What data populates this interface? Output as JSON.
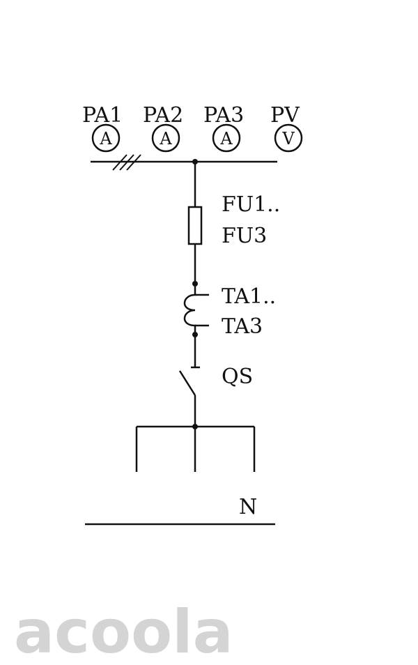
{
  "meters": [
    {
      "name": "PA1",
      "symbol": "A"
    },
    {
      "name": "PA2",
      "symbol": "A"
    },
    {
      "name": "PA3",
      "symbol": "A"
    },
    {
      "name": "PV",
      "symbol": "V"
    }
  ],
  "components": {
    "fuse_label_1": "FU1..",
    "fuse_label_2": "FU3",
    "ct_label_1": "TA1..",
    "ct_label_2": "TA3",
    "switch_label": "QS",
    "neutral_label": "N"
  },
  "watermark": "acoola",
  "colors": {
    "line": "#111111",
    "watermark": "#d4d4d4",
    "background": "#ffffff"
  }
}
